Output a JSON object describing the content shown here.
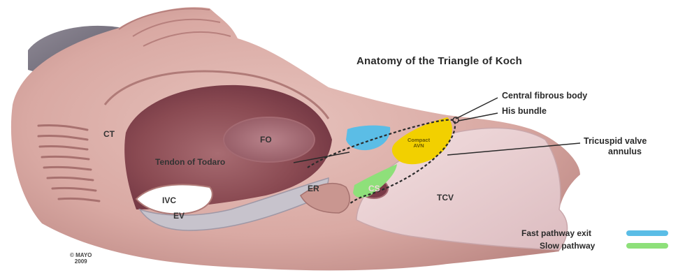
{
  "title": "Anatomy of the Triangle of Koch",
  "labels": {
    "central_fibrous_body": "Central fibrous body",
    "his_bundle": "His bundle",
    "tricuspid_valve_annulus_line1": "Tricuspid valve",
    "tricuspid_valve_annulus_line2": "annulus",
    "ct": "CT",
    "fo": "FO",
    "tendon_of_todaro": "Tendon of Todaro",
    "compact_avn_line1": "Compact",
    "compact_avn_line2": "AVN",
    "cs": "CS",
    "er": "ER",
    "ivc": "IVC",
    "ev": "EV",
    "tcv": "TCV"
  },
  "legend": {
    "fast_pathway_exit": "Fast pathway exit",
    "slow_pathway": "Slow pathway"
  },
  "colors": {
    "fast_pathway_exit": "#5bbde6",
    "slow_pathway": "#8ee07a",
    "compact_avn": "#f2d000",
    "tissue": "#d9a9a3",
    "dark_tissue": "#8a4a52",
    "valve": "#ecd3d3"
  },
  "copyright": {
    "line1": "© MAYO",
    "line2": "2009"
  }
}
